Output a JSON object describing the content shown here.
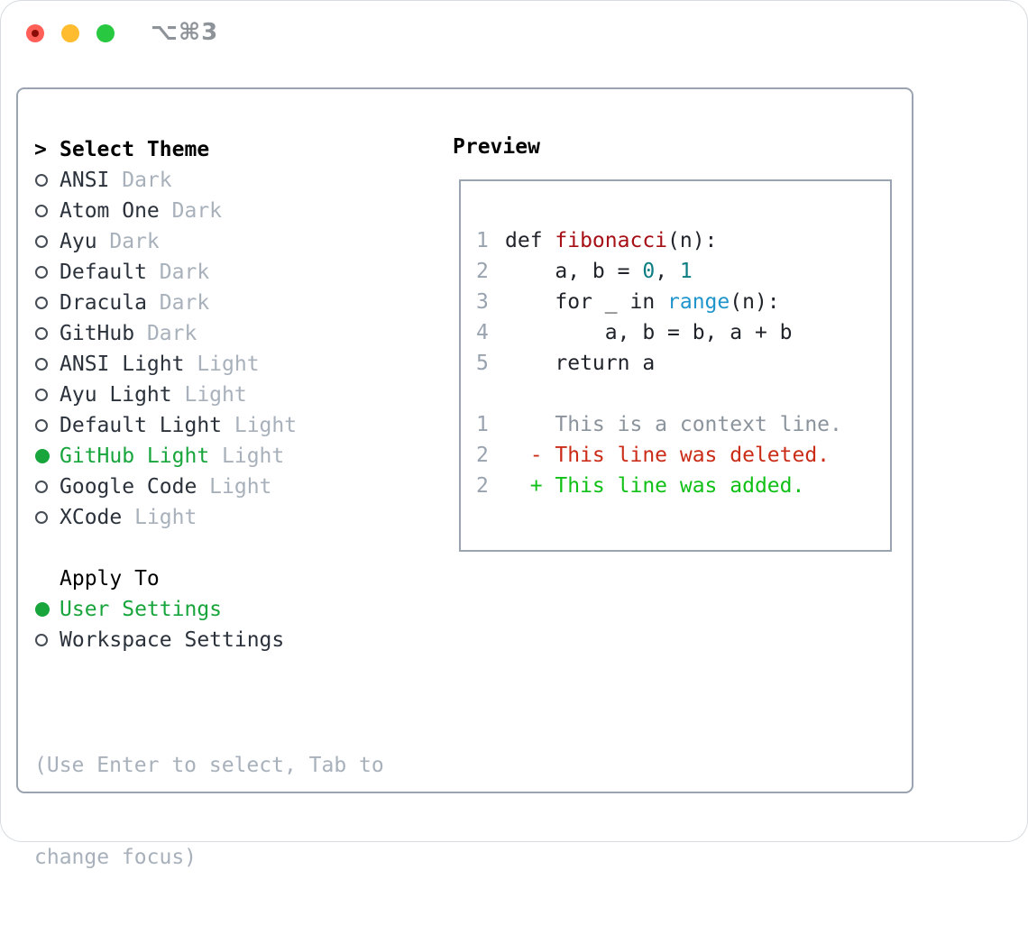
{
  "titlebar": {
    "title": "⌥⌘3",
    "buttons": [
      "close",
      "minimize",
      "zoom"
    ]
  },
  "theme_panel": {
    "header": {
      "marker": ">",
      "label": "Select Theme"
    },
    "items": [
      {
        "name": "ANSI",
        "variant": "Dark",
        "selected": false
      },
      {
        "name": "Atom One",
        "variant": "Dark",
        "selected": false
      },
      {
        "name": "Ayu",
        "variant": "Dark",
        "selected": false
      },
      {
        "name": "Default",
        "variant": "Dark",
        "selected": false
      },
      {
        "name": "Dracula",
        "variant": "Dark",
        "selected": false
      },
      {
        "name": "GitHub",
        "variant": "Dark",
        "selected": false
      },
      {
        "name": "ANSI Light",
        "variant": "Light",
        "selected": false
      },
      {
        "name": "Ayu Light",
        "variant": "Light",
        "selected": false
      },
      {
        "name": "Default Light",
        "variant": "Light",
        "selected": false
      },
      {
        "name": "GitHub Light",
        "variant": "Light",
        "selected": true
      },
      {
        "name": "Google Code",
        "variant": "Light",
        "selected": false
      },
      {
        "name": "XCode",
        "variant": "Light",
        "selected": false
      }
    ],
    "apply_to": {
      "label": "Apply To",
      "options": [
        {
          "name": "User Settings",
          "selected": true
        },
        {
          "name": "Workspace Settings",
          "selected": false
        }
      ]
    },
    "hint_lines": [
      "(Use Enter to select, Tab to",
      "change focus)"
    ]
  },
  "preview": {
    "label": "Preview",
    "lines": [
      {
        "num": "1",
        "segments": [
          {
            "text": "def ",
            "style": "code"
          },
          {
            "text": "fibonacci",
            "style": "fn"
          },
          {
            "text": "(n):",
            "style": "code"
          }
        ]
      },
      {
        "num": "2",
        "segments": [
          {
            "text": "    a, b = ",
            "style": "code"
          },
          {
            "text": "0",
            "style": "num"
          },
          {
            "text": ", ",
            "style": "code"
          },
          {
            "text": "1",
            "style": "num"
          }
        ]
      },
      {
        "num": "3",
        "segments": [
          {
            "text": "    for _ in ",
            "style": "code"
          },
          {
            "text": "range",
            "style": "builtin"
          },
          {
            "text": "(n):",
            "style": "code"
          }
        ]
      },
      {
        "num": "4",
        "segments": [
          {
            "text": "        a, b = b, a + b",
            "style": "code"
          }
        ]
      },
      {
        "num": "5",
        "segments": [
          {
            "text": "    return a",
            "style": "code"
          }
        ]
      },
      {
        "num": "",
        "segments": []
      },
      {
        "num": "1",
        "segments": [
          {
            "text": "    This is a context line.",
            "style": "ctx"
          }
        ]
      },
      {
        "num": "2",
        "segments": [
          {
            "text": "  - This line was deleted.",
            "style": "del"
          }
        ]
      },
      {
        "num": "2",
        "segments": [
          {
            "text": "  + This line was added.",
            "style": "add"
          }
        ]
      }
    ]
  },
  "colors": {
    "accent_green": "#17a53c",
    "radio_ring": "#454c55",
    "traffic_red": "#ff5f57",
    "traffic_red_dot": "#8a0d07",
    "traffic_yellow": "#febc2e",
    "traffic_green": "#28c840",
    "title_gray": "#8e939a",
    "border_gray": "#9aa3b0",
    "muted_gray": "#a8b1bb",
    "text_dark": "#2b323b",
    "line_number_gray": "#99a3b0",
    "code_default": "#20242a",
    "code_function_red": "#a50f15",
    "code_number_teal": "#0d7d84",
    "code_builtin_blue": "#2095cc",
    "diff_deleted_red": "#ca2c18",
    "diff_added_green": "#10c017",
    "diff_context_gray": "#8b949c"
  }
}
